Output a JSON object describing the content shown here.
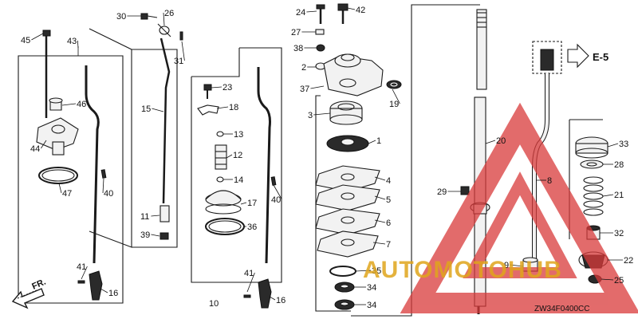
{
  "diagram": {
    "code": "ZW34F0400CC",
    "front_marker": "FR.",
    "ref": "E-5",
    "watermark": "AUTOMOTOHUB",
    "watermark_color": "#d93a3a",
    "callouts": [
      "1",
      "2",
      "3",
      "4",
      "5",
      "6",
      "7",
      "8",
      "9",
      "10",
      "11",
      "12",
      "13",
      "14",
      "15",
      "16",
      "16",
      "17",
      "18",
      "19",
      "20",
      "21",
      "22",
      "23",
      "24",
      "25",
      "26",
      "27",
      "28",
      "29",
      "30",
      "31",
      "32",
      "33",
      "34",
      "34",
      "35",
      "36",
      "37",
      "38",
      "39",
      "40",
      "40",
      "41",
      "41",
      "42",
      "43",
      "44",
      "45",
      "46",
      "47"
    ]
  }
}
